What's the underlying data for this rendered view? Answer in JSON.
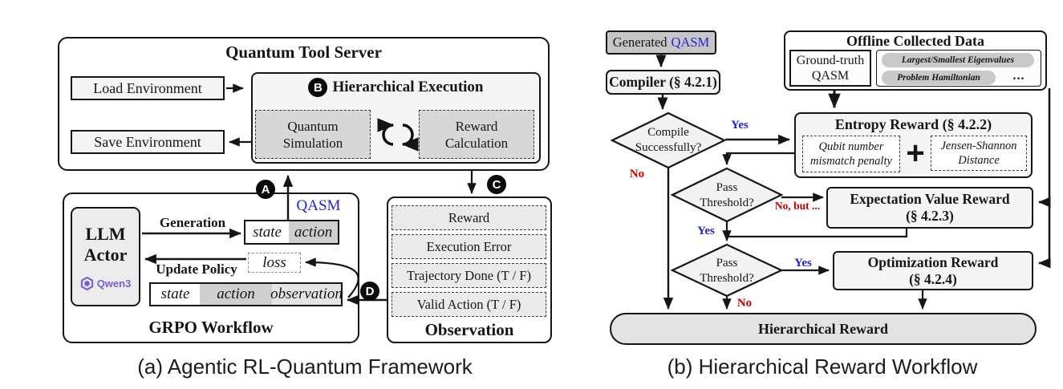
{
  "panel_a": {
    "caption": "(a) Agentic RL-Quantum Framework",
    "quantum_tool_server": {
      "title": "Quantum Tool Server",
      "load_environment": "Load Environment",
      "save_environment": "Save Environment",
      "hierarchical_execution": {
        "badge": "B",
        "title": "Hierarchical Execution",
        "quantum_simulation": "Quantum Simulation",
        "reward_calculation": "Reward Calculation"
      }
    },
    "grpo_workflow": {
      "title": "GRPO Workflow",
      "llm_actor": {
        "line1": "LLM",
        "line2": "Actor",
        "model": "Qwen3"
      },
      "generation_label": "Generation",
      "update_policy_label": "Update Policy",
      "qasm_label": "QASM",
      "badge_a": "A",
      "badge_d": "D",
      "state_action": {
        "state": "state",
        "action": "action"
      },
      "loss": "loss",
      "state_action_observation": {
        "state": "state",
        "action": "action",
        "observation": "observation"
      }
    },
    "observation": {
      "title": "Observation",
      "badge_c": "C",
      "rows": [
        "Reward",
        "Execution Error",
        "Trajectory Done (T / F)",
        "Valid Action (T / F)"
      ]
    }
  },
  "panel_b": {
    "caption": "(b) Hierarchical Reward Workflow",
    "generated_qasm": {
      "prefix": "Generated",
      "highlight": "QASM"
    },
    "compiler": "Compiler (§ 4.2.1)",
    "compile_check": {
      "line1": "Compile",
      "line2": "Successfully?",
      "yes": "Yes",
      "no": "No"
    },
    "offline_collected_data": {
      "title": "Offline Collected Data",
      "ground_truth": {
        "line1": "Ground-truth",
        "line2": "QASM"
      },
      "tags": [
        "Largest/Smallest Eigenvalues",
        "Problem Hamiltonian"
      ],
      "ellipsis": "..."
    },
    "entropy_reward": {
      "title": "Entropy Reward (§ 4.2.2)",
      "qubit_penalty": {
        "line1": "Qubit number",
        "line2": "mismatch penalty"
      },
      "plus": "+",
      "jensen_shannon": {
        "line1": "Jensen-Shannon",
        "line2": "Distance"
      }
    },
    "pass_threshold_1": {
      "line1": "Pass",
      "line2": "Threshold?",
      "no_but": "No, but ...",
      "yes": "Yes"
    },
    "expectation_value_reward": {
      "line1": "Expectation Value Reward",
      "line2": "(§ 4.2.3)"
    },
    "pass_threshold_2": {
      "line1": "Pass",
      "line2": "Threshold?",
      "yes": "Yes",
      "no": "No"
    },
    "optimization_reward": {
      "line1": "Optimization Reward",
      "line2": "(§ 4.2.4)"
    },
    "hierarchical_reward": "Hierarchical Reward"
  },
  "colors": {
    "accent_blue": "#2424d0",
    "alert_red": "#c90000",
    "qwen_purple": "#7a5bd6",
    "line_black": "#151515",
    "fill_light": "#f4f4f4",
    "fill_mid": "#d7d7d7",
    "fill_dark": "#c6c6c6"
  }
}
